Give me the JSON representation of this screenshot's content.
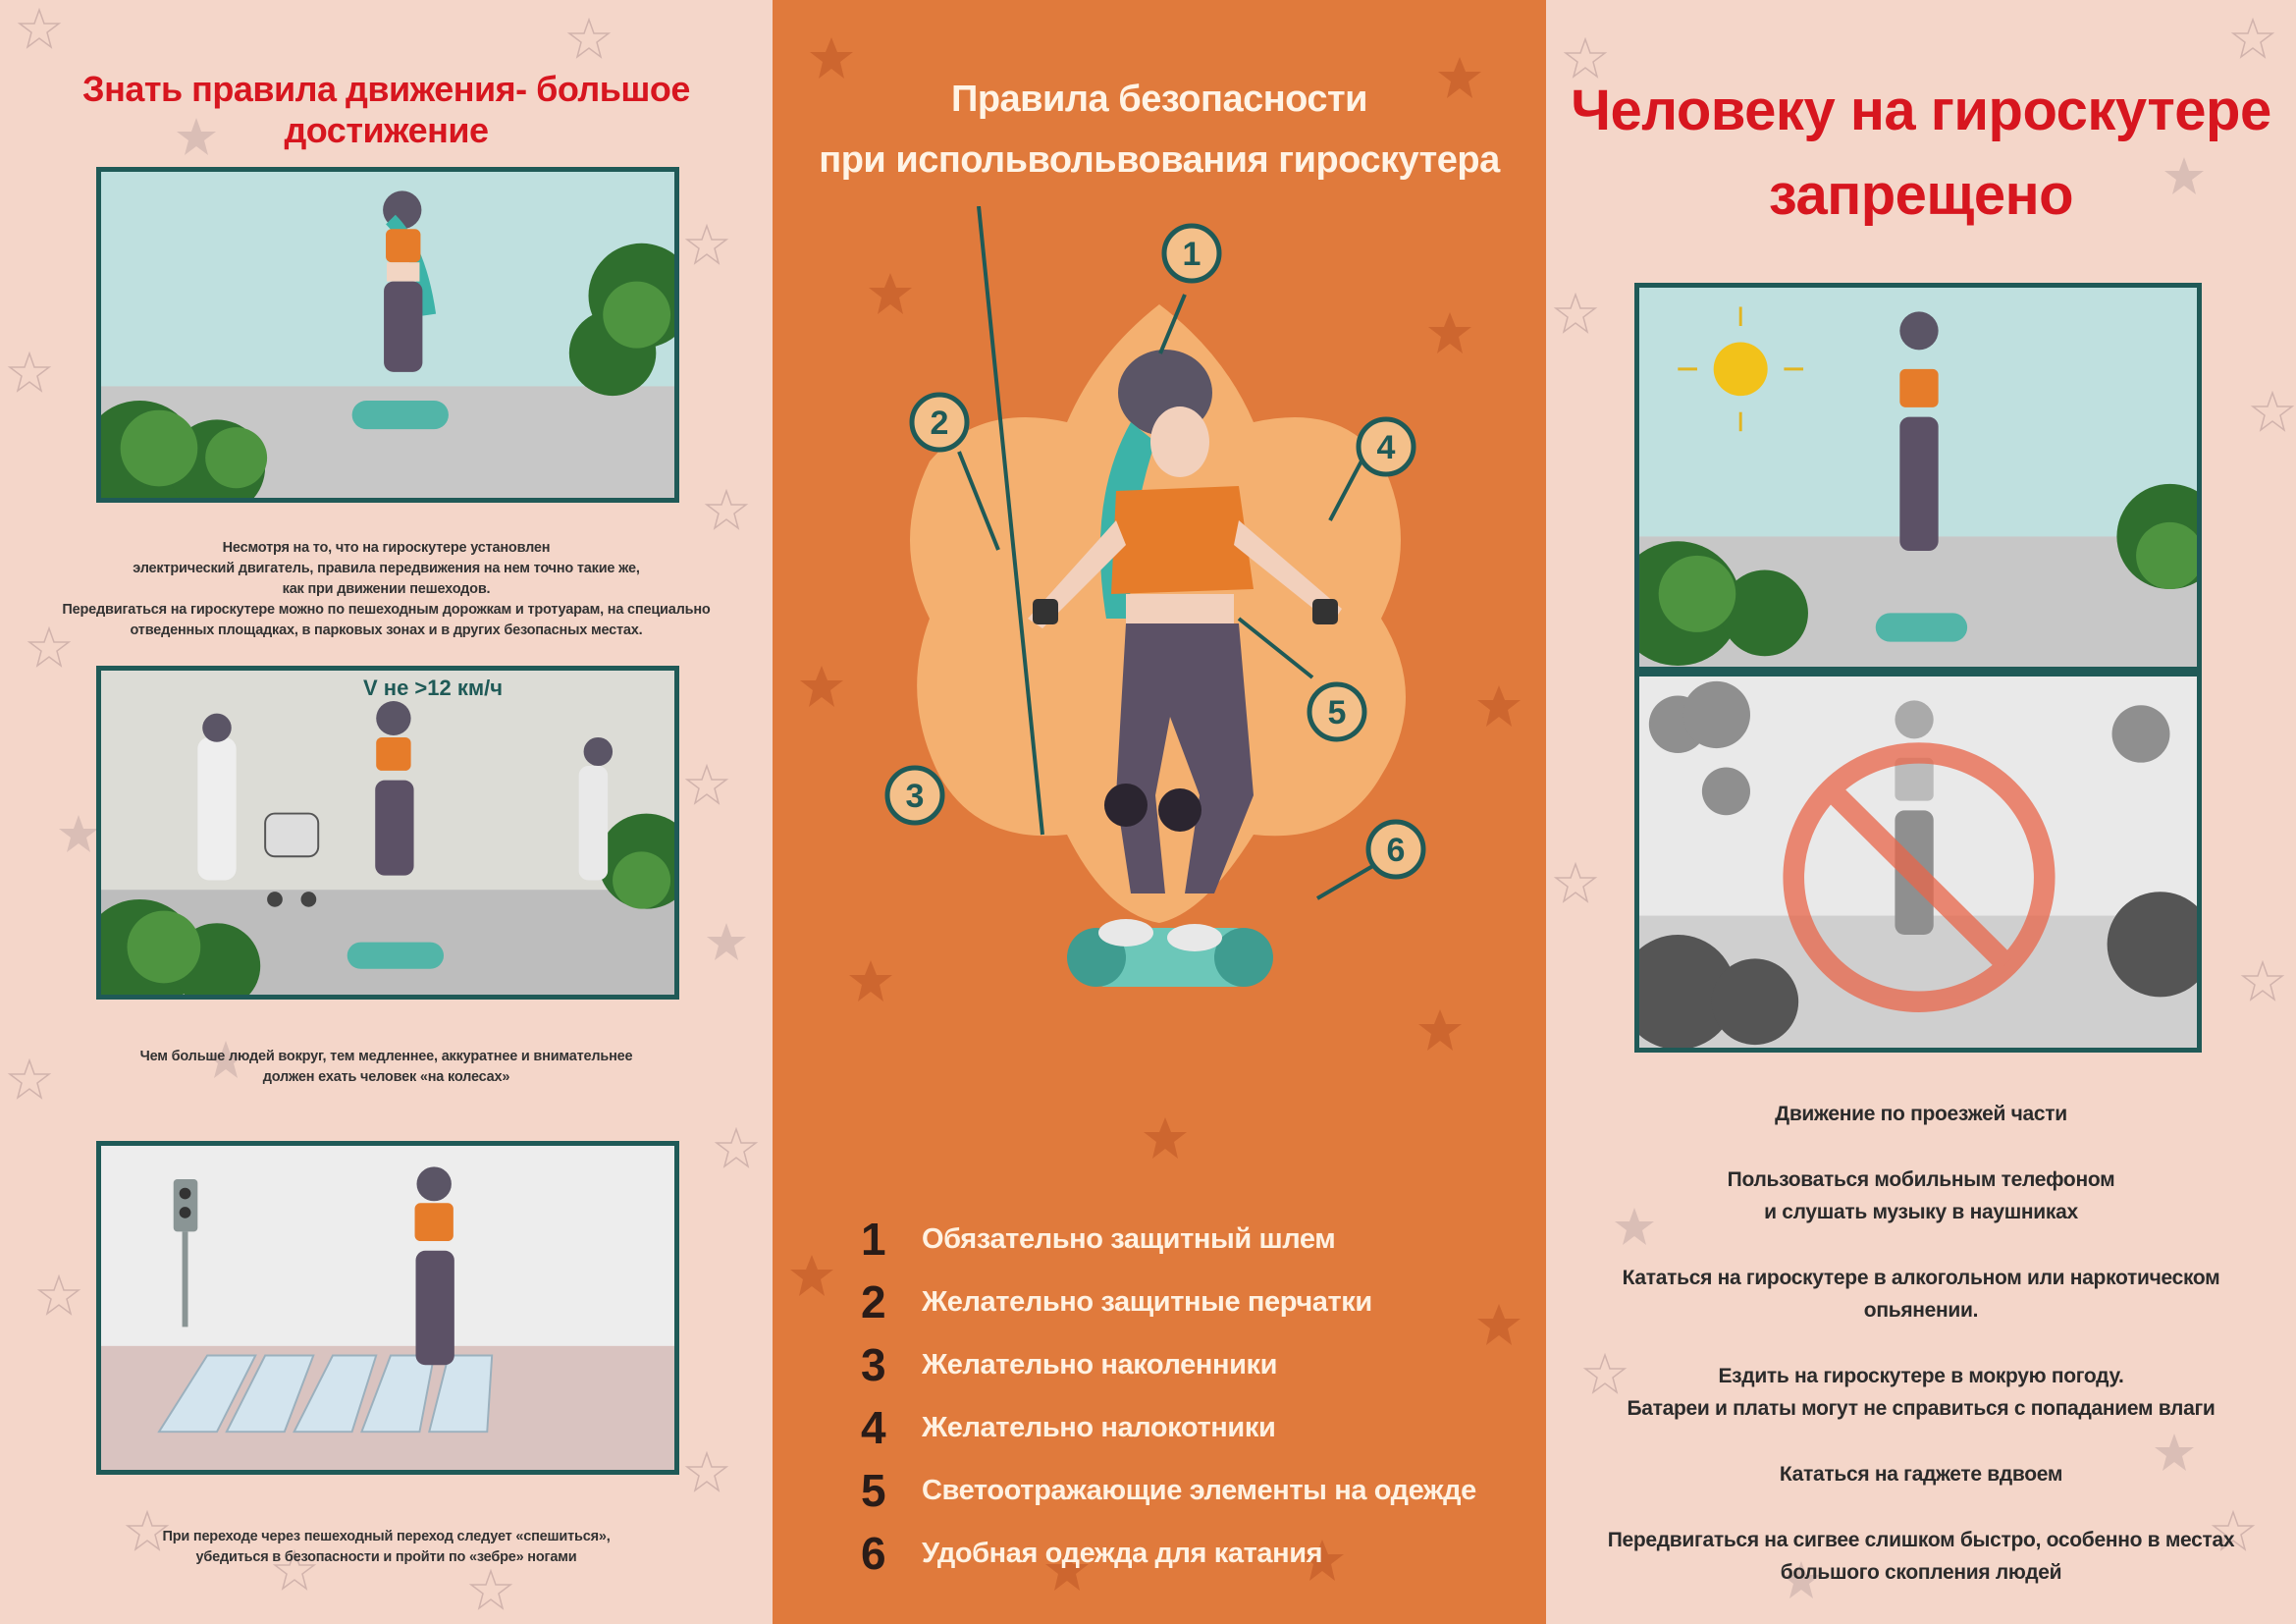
{
  "left": {
    "title": "Знать правила движения- большое достижение",
    "caption1": [
      "Несмотря на то, что на гироскутере установлен",
      "электрический двигатель, правила передвижения на нем точно такие же,",
      "как при движении пешеходов.",
      "Передвигаться на гироскутере можно по пешеходным дорожкам и тротуарам, на специально",
      "отведенных площадках, в парковых зонах и в других безопасных местах."
    ],
    "speed_label": "V не >12 км/ч",
    "caption2": [
      "Чем больше людей вокруг, тем медленнее, аккуратнее и внимательнее",
      "должен ехать человек «на колесах»"
    ],
    "caption3": [
      "При переходе через пешеходный переход следует «спешиться»,",
      "убедиться в безопасности и пройти по «зебре» ногами"
    ]
  },
  "middle": {
    "title_lines": [
      "Правила безопасности",
      "при испольвольвования гироскутера"
    ],
    "markers": [
      "1",
      "2",
      "3",
      "4",
      "5",
      "6"
    ],
    "rules": [
      {
        "num": "1",
        "text": "Обязательно защитный шлем"
      },
      {
        "num": "2",
        "text": "Желательно защитные перчатки"
      },
      {
        "num": "3",
        "text": "Желательно наколенники"
      },
      {
        "num": "4",
        "text": "Желательно налокотники"
      },
      {
        "num": "5",
        "text": "Светоотражающие элементы на одежде"
      },
      {
        "num": "6",
        "text": "Удобная одежда для катания"
      }
    ]
  },
  "right": {
    "title_lines": [
      "Человеку на гироскутере",
      "запрещено"
    ],
    "prohibitions": [
      [
        "Движение по проезжей части"
      ],
      [
        "Пользоваться мобильным телефоном",
        "и слушать музыку в наушниках"
      ],
      [
        "Кататься на гироскутере в алкогольном или наркотическом опьянении."
      ],
      [
        "Ездить на гироскутере в мокрую погоду.",
        "Батареи и платы могут не справиться с попаданием влаги"
      ],
      [
        "Кататься на гаджете вдвоем"
      ],
      [
        "Передвигаться на сигвее слишком быстро, особенно в местах",
        "большого скопления людей"
      ]
    ]
  },
  "colors": {
    "accent_red": "#d7161f",
    "mid_orange": "#e07a3c",
    "teal": "#1f5a57",
    "panel_pink": "#f4d6c9"
  }
}
